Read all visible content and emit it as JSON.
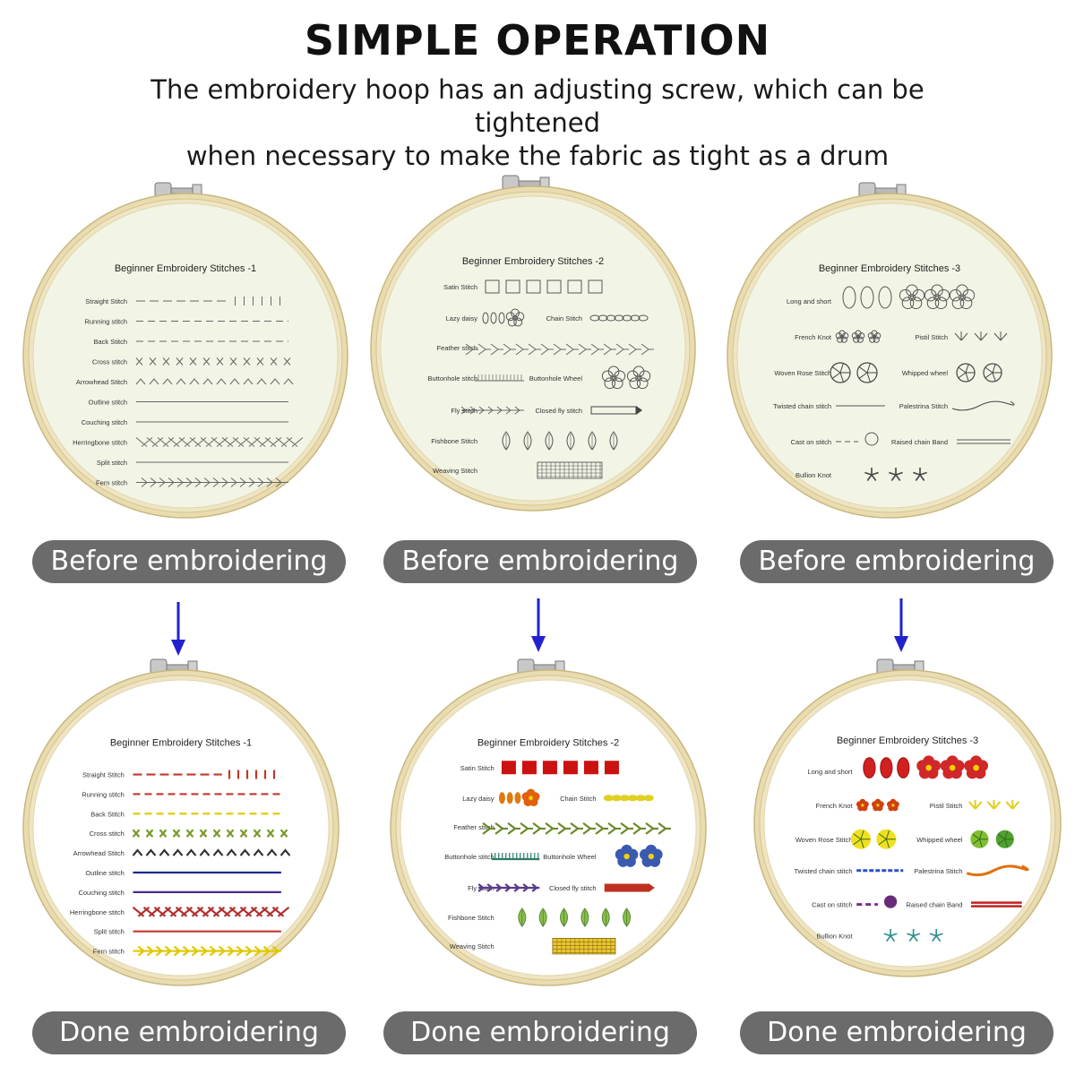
{
  "header": {
    "title": "SIMPLE OPERATION",
    "subtitle_line1": "The embroidery hoop has an adjusting screw, which can be tightened",
    "subtitle_line2": "when necessary to make the fabric as tight as a drum"
  },
  "captions": {
    "before": "Before embroidering",
    "done": "Done embroidering"
  },
  "colors": {
    "pill_bg": "#6b6b6b",
    "arrow": "#2222cc",
    "hoop_wood": "#e8dcb0",
    "fabric_before": "#f2f5e6",
    "fabric_after": "#ffffff"
  },
  "hoops": [
    {
      "title": "Beginner Embroidery Stitches -1",
      "stitches": [
        "Straight Stitch",
        "Running stitch",
        "Back Stitch",
        "Cross stitch",
        "Arrowhead Stitch",
        "Outline stitch",
        "Couching stitch",
        "Herringbone stitch",
        "Split stitch",
        "Fern stitch"
      ]
    },
    {
      "title": "Beginner Embroidery Stitches -2",
      "left_stitches": [
        "Satin Stitch",
        "Lazy daisy",
        "Feather stitch",
        "Buttonhole stitch",
        "Fly stitch",
        "Fishbone Stitch",
        "Weaving Stitch"
      ],
      "right_stitches": [
        "Chain Stitch",
        "Buttonhole Wheel",
        "Closed fly stitch"
      ]
    },
    {
      "title": "Beginner Embroidery Stitches -3",
      "left_stitches": [
        "Long and short",
        "French Knot",
        "Woven Rose Stitch",
        "Twisted chain stitch",
        "Cast on stitch",
        "Bullion Knot"
      ],
      "right_stitches": [
        "Pistil Stitch",
        "Whipped wheel",
        "Palestrina Stitch",
        "Raised chain Band"
      ]
    }
  ]
}
